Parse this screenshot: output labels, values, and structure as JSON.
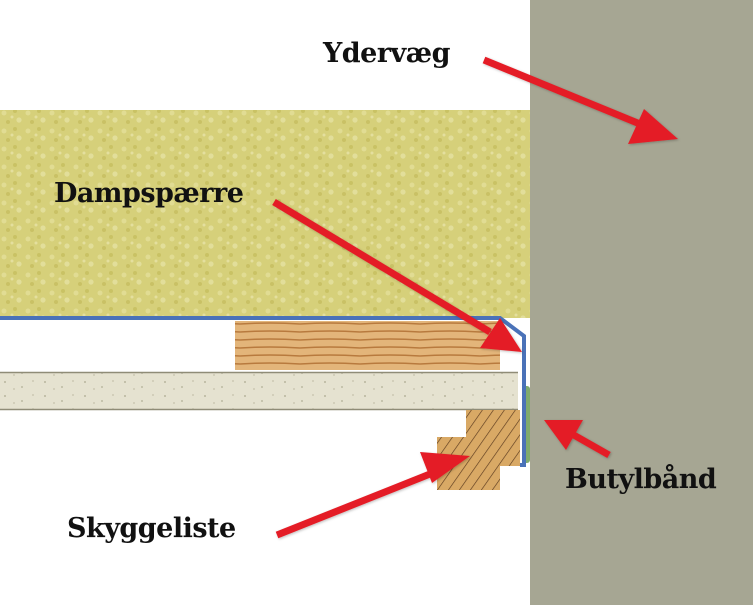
{
  "diagram": {
    "colors": {
      "wall": "#a6a693",
      "insulation": "#d9d47a",
      "vapor_barrier": "#4a72b8",
      "wood": "#d9a25c",
      "wood_grain": "#8a5a2a",
      "board": "#e6e3d2",
      "butyl_tape": "#7faa6e",
      "arrow": "#e41e26",
      "text": "#111111"
    },
    "labels": {
      "wall": "Ydervæg",
      "vapor_barrier": "Dampspærre",
      "butyl_tape": "Butylbånd",
      "skirting": "Skyggeliste"
    }
  }
}
